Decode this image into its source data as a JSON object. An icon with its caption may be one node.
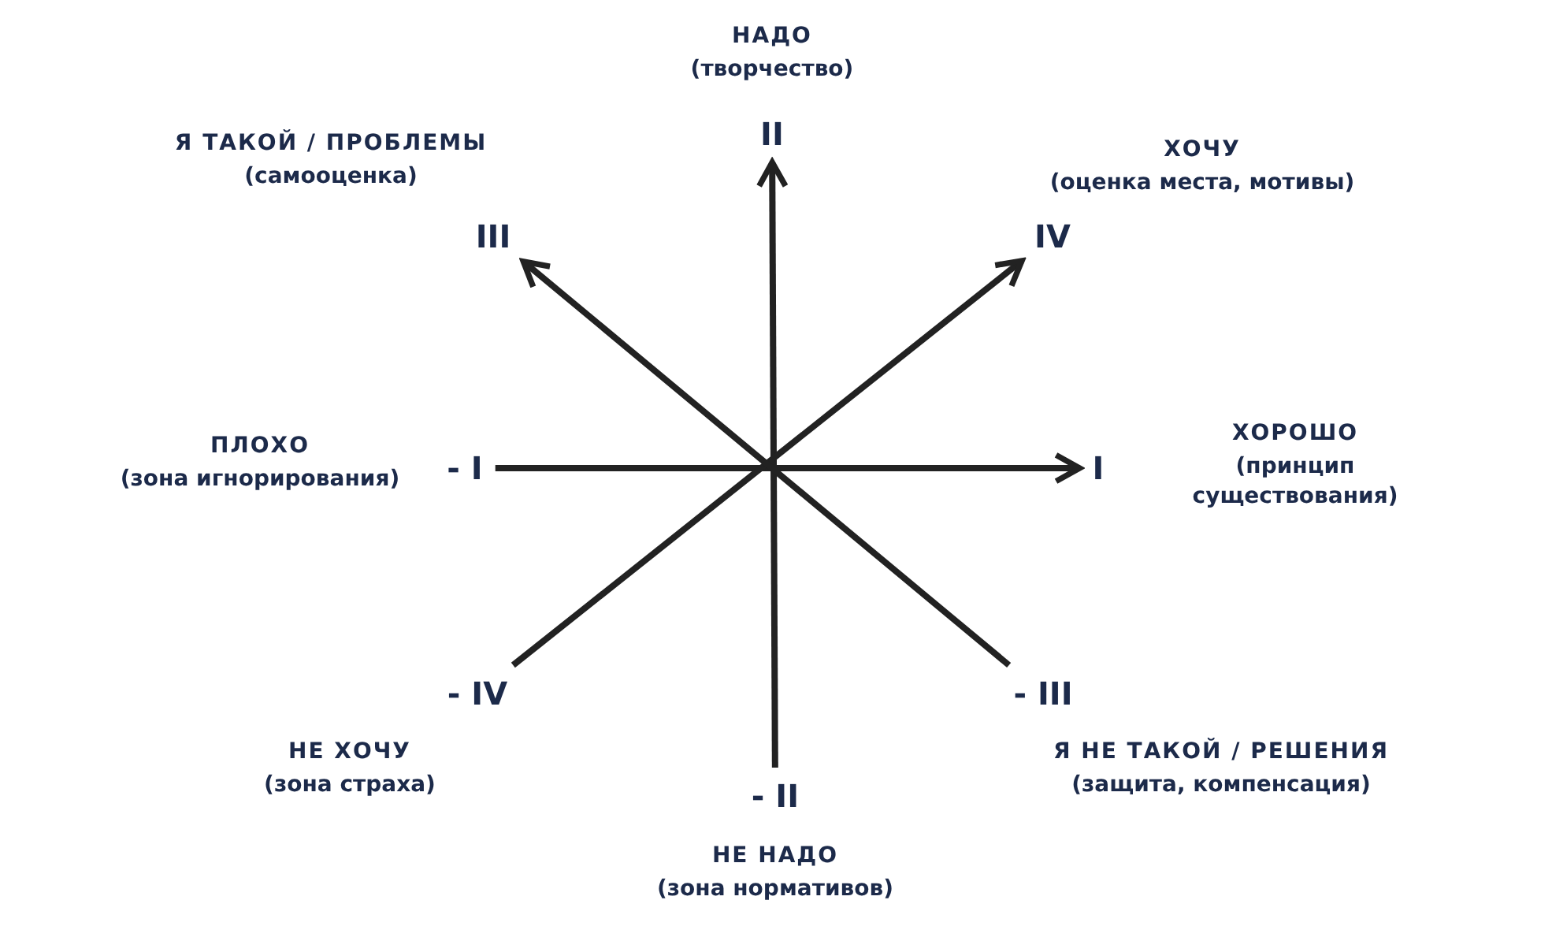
{
  "diagram": {
    "nodes": [
      {
        "text": [
          "II"
        ],
        "beside": [
          "НАДО",
          "(творчество)"
        ]
      },
      {
        "text": [
          "III"
        ],
        "beside": [
          "Я ТАКОЙ / ПРОБЛЕМЫ",
          "(самооценка)"
        ]
      },
      {
        "text": [
          "IV"
        ],
        "beside": [
          "ХОЧУ",
          "(оценка места, мотивы)"
        ]
      },
      {
        "text": [
          "- I"
        ],
        "beside": [
          "ПЛОХО",
          "(зона игнорирования)"
        ]
      },
      {
        "text": [
          "I"
        ],
        "beside": [
          "ХОРОШО",
          "(принцип существования)"
        ]
      },
      {
        "text": [
          "- IV"
        ],
        "beside": [
          "НЕ ХОЧУ",
          "(зона страха)"
        ]
      },
      {
        "text": [
          "- III"
        ],
        "beside": [
          "Я НЕ ТАКОЙ / РЕШЕНИЯ",
          "(защита, компенсация)"
        ]
      },
      {
        "text": [
          "- II"
        ],
        "beside": [
          "НЕ НАДО",
          "(зона нормативов)"
        ]
      }
    ],
    "edges": [
      {
        "from": 7,
        "to": 0,
        "arrow": "to"
      },
      {
        "from": 3,
        "to": 4,
        "arrow": "to"
      },
      {
        "from": 5,
        "to": 2,
        "arrow": "to"
      },
      {
        "from": 6,
        "to": 1,
        "arrow": "to"
      }
    ]
  }
}
